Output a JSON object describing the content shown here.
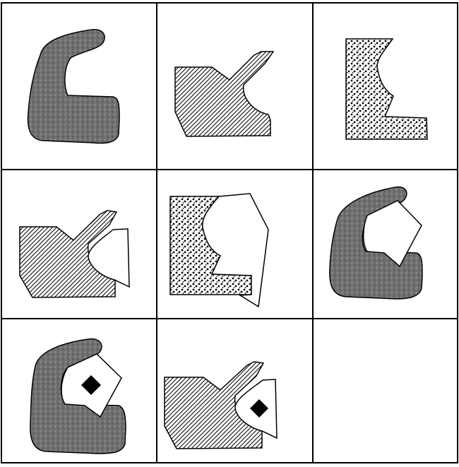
{
  "figure": {
    "grid": {
      "rows": 3,
      "columns": 3
    },
    "cells": [
      {
        "row": 1,
        "column": 1,
        "outer": "dark-textured-hook",
        "inner": null,
        "marker": null
      },
      {
        "row": 1,
        "column": 2,
        "outer": "hatched-notched-block",
        "inner": null,
        "marker": null
      },
      {
        "row": 1,
        "column": 3,
        "outer": "dotted-bracket",
        "inner": null,
        "marker": null
      },
      {
        "row": 2,
        "column": 1,
        "outer": "hatched-notched-block",
        "inner": "white-wedge",
        "marker": null
      },
      {
        "row": 2,
        "column": 2,
        "outer": "dotted-bracket",
        "inner": "white-polygon",
        "marker": null
      },
      {
        "row": 2,
        "column": 3,
        "outer": "dark-textured-hook",
        "inner": "white-wedge",
        "marker": null
      },
      {
        "row": 3,
        "column": 1,
        "outer": "dark-textured-hook",
        "inner": "white-wedge",
        "marker": "black-diamond"
      },
      {
        "row": 3,
        "column": 2,
        "outer": "hatched-notched-block",
        "inner": "white-wedge",
        "marker": "black-diamond"
      },
      {
        "row": 3,
        "column": 3,
        "outer": null,
        "inner": null,
        "marker": null
      }
    ]
  },
  "colors": {
    "border": "#000000",
    "background": "#ffffff",
    "dark_fill": "#6e6e6e",
    "dark_texture": "#8a8a8a",
    "hatch": "#000000",
    "dots": "#000000",
    "diamond": "#000000"
  }
}
